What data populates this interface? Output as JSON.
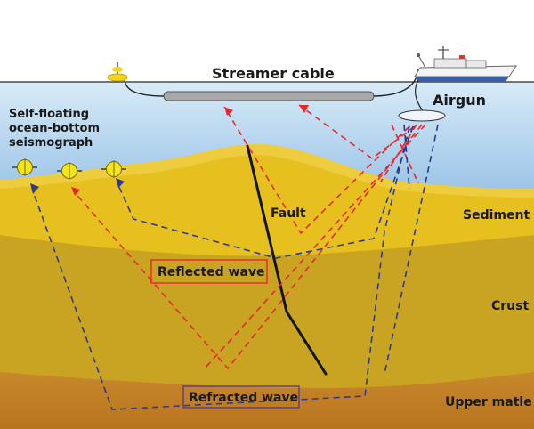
{
  "labels": {
    "streamer_cable": "Streamer cable",
    "airgun": "Airgun",
    "seismograph_line1": "Self-floating",
    "seismograph_line2": "ocean-bottom",
    "seismograph_line3": "seismograph",
    "fault": "Fault",
    "sediment": "Sediment",
    "crust": "Crust",
    "upper_mantle": "Upper matle",
    "reflected_wave": "Reflected wave",
    "refracted_wave": "Refracted wave"
  },
  "colors": {
    "sky": "#ffffff",
    "sea_top": "#cfe4f5",
    "sea_bottom": "#8fbfe6",
    "sediment": "#e8c21e",
    "sediment_light": "#efd24a",
    "crust": "#c9a422",
    "mantle": "#c98a2c",
    "reflected": "#e8262d",
    "refracted": "#2c3b8f",
    "cable": "#9e9e9e",
    "seismograph": "#f4e41a"
  }
}
